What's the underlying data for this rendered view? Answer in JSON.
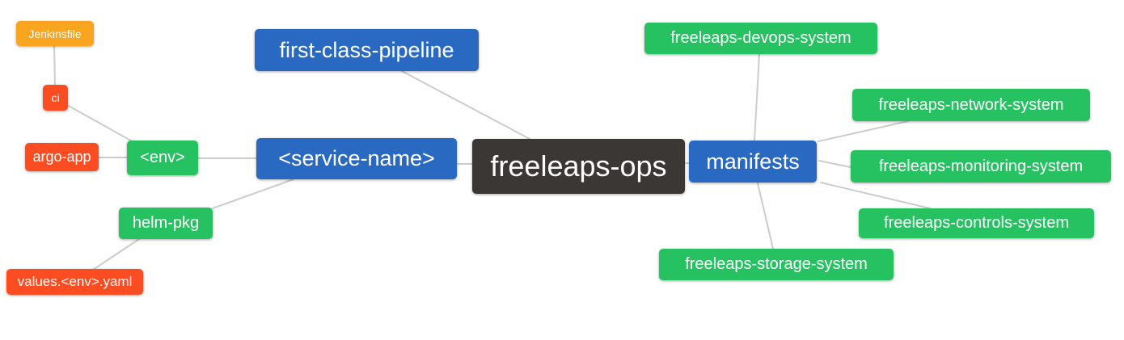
{
  "diagram": {
    "type": "mindmap",
    "palette": {
      "blue": "#2a69c2",
      "green": "#26c261",
      "red": "#fb4d21",
      "orange": "#f9a51f",
      "dark": "#3b3735",
      "edge_line": "#cccccc",
      "node_text": "#ffffff",
      "background": "#ffffff"
    },
    "nodes": {
      "root": {
        "label": "freeleaps-ops",
        "color": "dark"
      },
      "first_class_pipeline": {
        "label": "first-class-pipeline",
        "color": "blue"
      },
      "service_name": {
        "label": "<service-name>",
        "color": "blue"
      },
      "manifests": {
        "label": "manifests",
        "color": "blue"
      },
      "env": {
        "label": "<env>",
        "color": "green"
      },
      "helm_pkg": {
        "label": "helm-pkg",
        "color": "green"
      },
      "ci": {
        "label": "ci",
        "color": "red"
      },
      "argo_app": {
        "label": "argo-app",
        "color": "red"
      },
      "jenkinsfile": {
        "label": "Jenkinsfile",
        "color": "orange"
      },
      "values_env_yaml": {
        "label": "values.<env>.yaml",
        "color": "red"
      },
      "devops_system": {
        "label": "freeleaps-devops-system",
        "color": "green"
      },
      "network_system": {
        "label": "freeleaps-network-system",
        "color": "green"
      },
      "monitoring_system": {
        "label": "freeleaps-monitoring-system",
        "color": "green"
      },
      "controls_system": {
        "label": "freeleaps-controls-system",
        "color": "green"
      },
      "storage_system": {
        "label": "freeleaps-storage-system",
        "color": "green"
      }
    },
    "edges": [
      {
        "from": "jenkinsfile",
        "to": "ci"
      },
      {
        "from": "ci",
        "to": "env"
      },
      {
        "from": "argo_app",
        "to": "env"
      },
      {
        "from": "env",
        "to": "service_name"
      },
      {
        "from": "helm_pkg",
        "to": "service_name"
      },
      {
        "from": "values_env_yaml",
        "to": "helm_pkg"
      },
      {
        "from": "first_class_pipeline",
        "to": "root"
      },
      {
        "from": "service_name",
        "to": "root"
      },
      {
        "from": "root",
        "to": "manifests"
      },
      {
        "from": "manifests",
        "to": "devops_system"
      },
      {
        "from": "manifests",
        "to": "network_system"
      },
      {
        "from": "manifests",
        "to": "monitoring_system"
      },
      {
        "from": "manifests",
        "to": "controls_system"
      },
      {
        "from": "manifests",
        "to": "storage_system"
      }
    ]
  }
}
